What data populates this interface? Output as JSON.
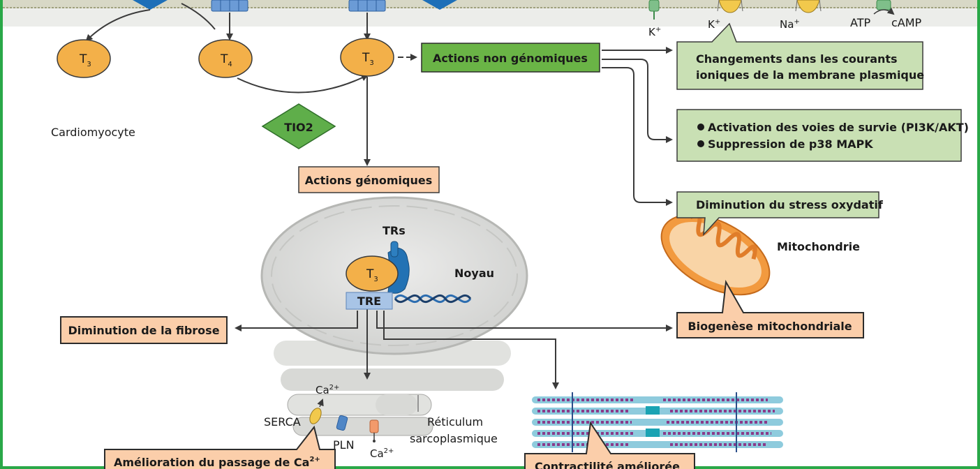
{
  "hormones": {
    "t3_left": "T",
    "t3_left_sub": "3",
    "t4": "T",
    "t4_sub": "4",
    "t3_center": "T",
    "t3_center_sub": "3",
    "t3_nucleus": "T",
    "t3_nucleus_sub": "3"
  },
  "enzyme": {
    "tio2": "TIO2"
  },
  "labels": {
    "cardiomyocyte": "Cardiomyocyte",
    "trs": "TRs",
    "noyau": "Noyau",
    "tre": "TRE",
    "mitochondrie": "Mitochondrie",
    "serca": "SERCA",
    "pln": "PLN",
    "reticulum_line1": "Réticulum",
    "reticulum_line2": "sarcoplasmique",
    "ca_top": "Ca",
    "ca_top_sup": "2+",
    "ca_bottom": "Ca",
    "ca_bottom_sup": "2+"
  },
  "membrane": {
    "k_channel": "K",
    "k_channel_sup": "+",
    "k_plus": "K",
    "k_plus_sup": "+",
    "na_plus": "Na",
    "na_plus_sup": "+",
    "atp": "ATP",
    "camp": "cAMP"
  },
  "boxes": {
    "actions_non_genomiques": "Actions non génomiques",
    "actions_genomiques": "Actions génomiques",
    "courants_line1": "Changements dans les courants",
    "courants_line2": "ioniques de la membrane plasmique",
    "survie_line1": "Activation des voies de survie (PI3K/AKT)",
    "survie_line2": "Suppression de p38 MAPK",
    "stress": "Diminution du stress oxydatif",
    "fibrose": "Diminution de la fibrose",
    "biogenese": "Biogenèse mitochondriale",
    "passage_ca": "Amélioration du passage de Ca",
    "passage_ca_sup": "2+",
    "contractilite": "Contractilité améliorée"
  },
  "colors": {
    "frame": "#2aa848",
    "hormone_fill": "#f3b049",
    "green_box": "#6ab446",
    "light_green_box": "#c9e0b4",
    "peach_box": "#fbceaa",
    "transporter_blue": "#4f86c6",
    "receptor_blue": "#2372b4",
    "mitochondria": "#f29a3f",
    "nucleus": "#d9dad8"
  }
}
